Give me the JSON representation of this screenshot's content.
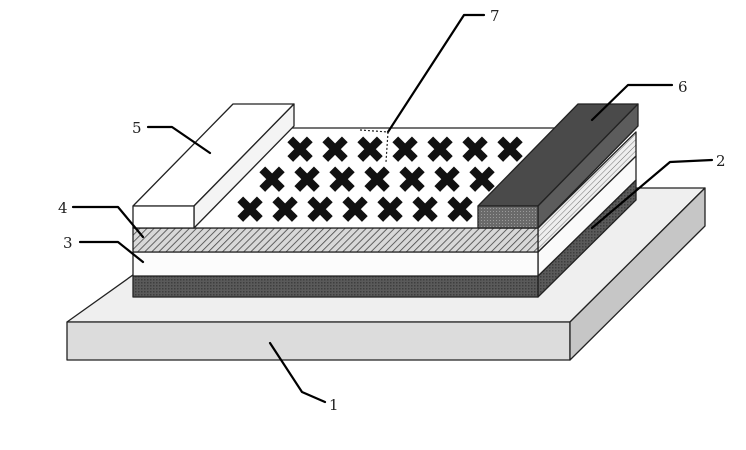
{
  "labels": {
    "substrate": "1",
    "layer_2": "2",
    "layer_3": "3",
    "layer_4": "4",
    "electrode_left": "5",
    "electrode_right": "6",
    "active_region": "7"
  },
  "marker_glyph": "✖",
  "colors": {
    "substrate_top": "#efefef",
    "substrate_front": "#dcdcdc",
    "substrate_side": "#c6c6c6",
    "dark_layer": "#555555",
    "electrode_right": "#4a4a4a",
    "outline": "#222222",
    "background": "#ffffff"
  },
  "marker_rows": [
    {
      "count": 7
    },
    {
      "count": 7
    },
    {
      "count": 7
    }
  ]
}
